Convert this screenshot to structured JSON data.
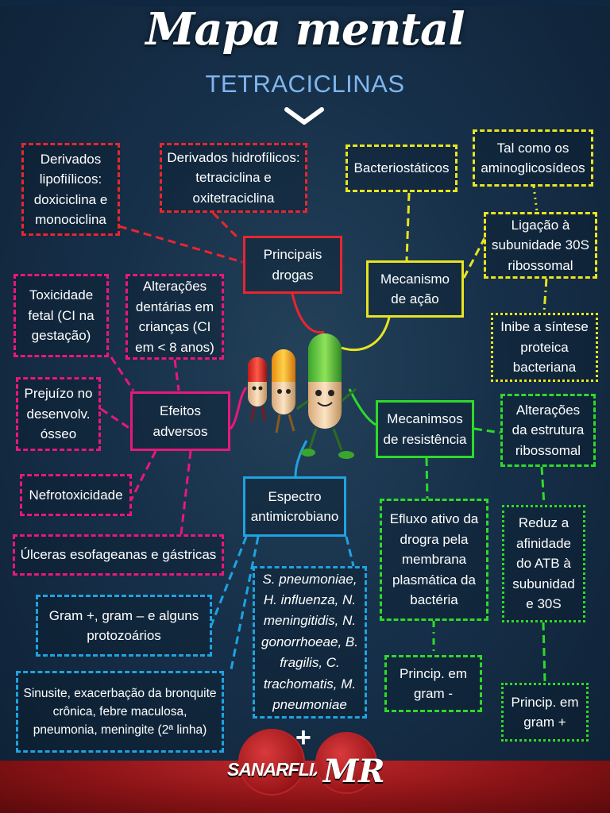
{
  "header": {
    "title": "Mapa mental",
    "subtitle": "TETRACICLINAS"
  },
  "nodes": {
    "lipo": "Derivados lipofiílicos: doxiciclina e monociclina",
    "hidro": "Derivados hidrofílicos: tetraciclina e oxitetraciclina",
    "principais": "Principais drogas",
    "bacteriostaticos": "Bacteriostáticos",
    "aminoglicosideos": "Tal como os aminoglicosídeos",
    "ligacao": "Ligação à subunidade 30S ribossomal",
    "mecanismo": "Mecanismo de ação",
    "inibe": "Inibe a síntese proteica bacteriana",
    "toxicidade": "Toxicidade fetal (CI na gestação)",
    "dentarias": "Alterações dentárias em crianças (CI em < 8 anos)",
    "prejuizo": "Prejuízo no desenvolv. ósseo",
    "efeitos": "Efeitos adversos",
    "nefro": "Nefrotoxicidade",
    "ulceras": "Úlceras esofageanas e gástricas",
    "resistencia": "Mecanimsos de resistência",
    "alteracoes": "Alterações da estrutura ribossomal",
    "efluxo": "Efluxo ativo da drogra pela membrana plasmática da bactéria",
    "reduz": "Reduz a afinidade do ATB à subunidad e 30S",
    "gram_neg": "Princip. em gram -",
    "gram_pos": "Princip. em gram +",
    "espectro": "Espectro antimicrobiano",
    "gram_geral": "Gram +, gram – e alguns protozoários",
    "especies": "S. pneumoniae, H. influenza, N. meningitidis, N. gonorrhoeae, B. fragilis, C. trachomatis, M. pneumoniae",
    "sinusite": "Sinusite, exacerbação da bronquite crônica, febre maculosa, pneumonia, meningite (2ª linha)"
  },
  "logos": {
    "sanar": "SANARFLIX",
    "plus": "+",
    "mr": "MR"
  },
  "colors": {
    "drogas": "#e8262f",
    "mecanismo": "#e8e420",
    "efeitos": "#e8187a",
    "resistencia": "#2fd92a",
    "espectro": "#1fa3e0"
  }
}
